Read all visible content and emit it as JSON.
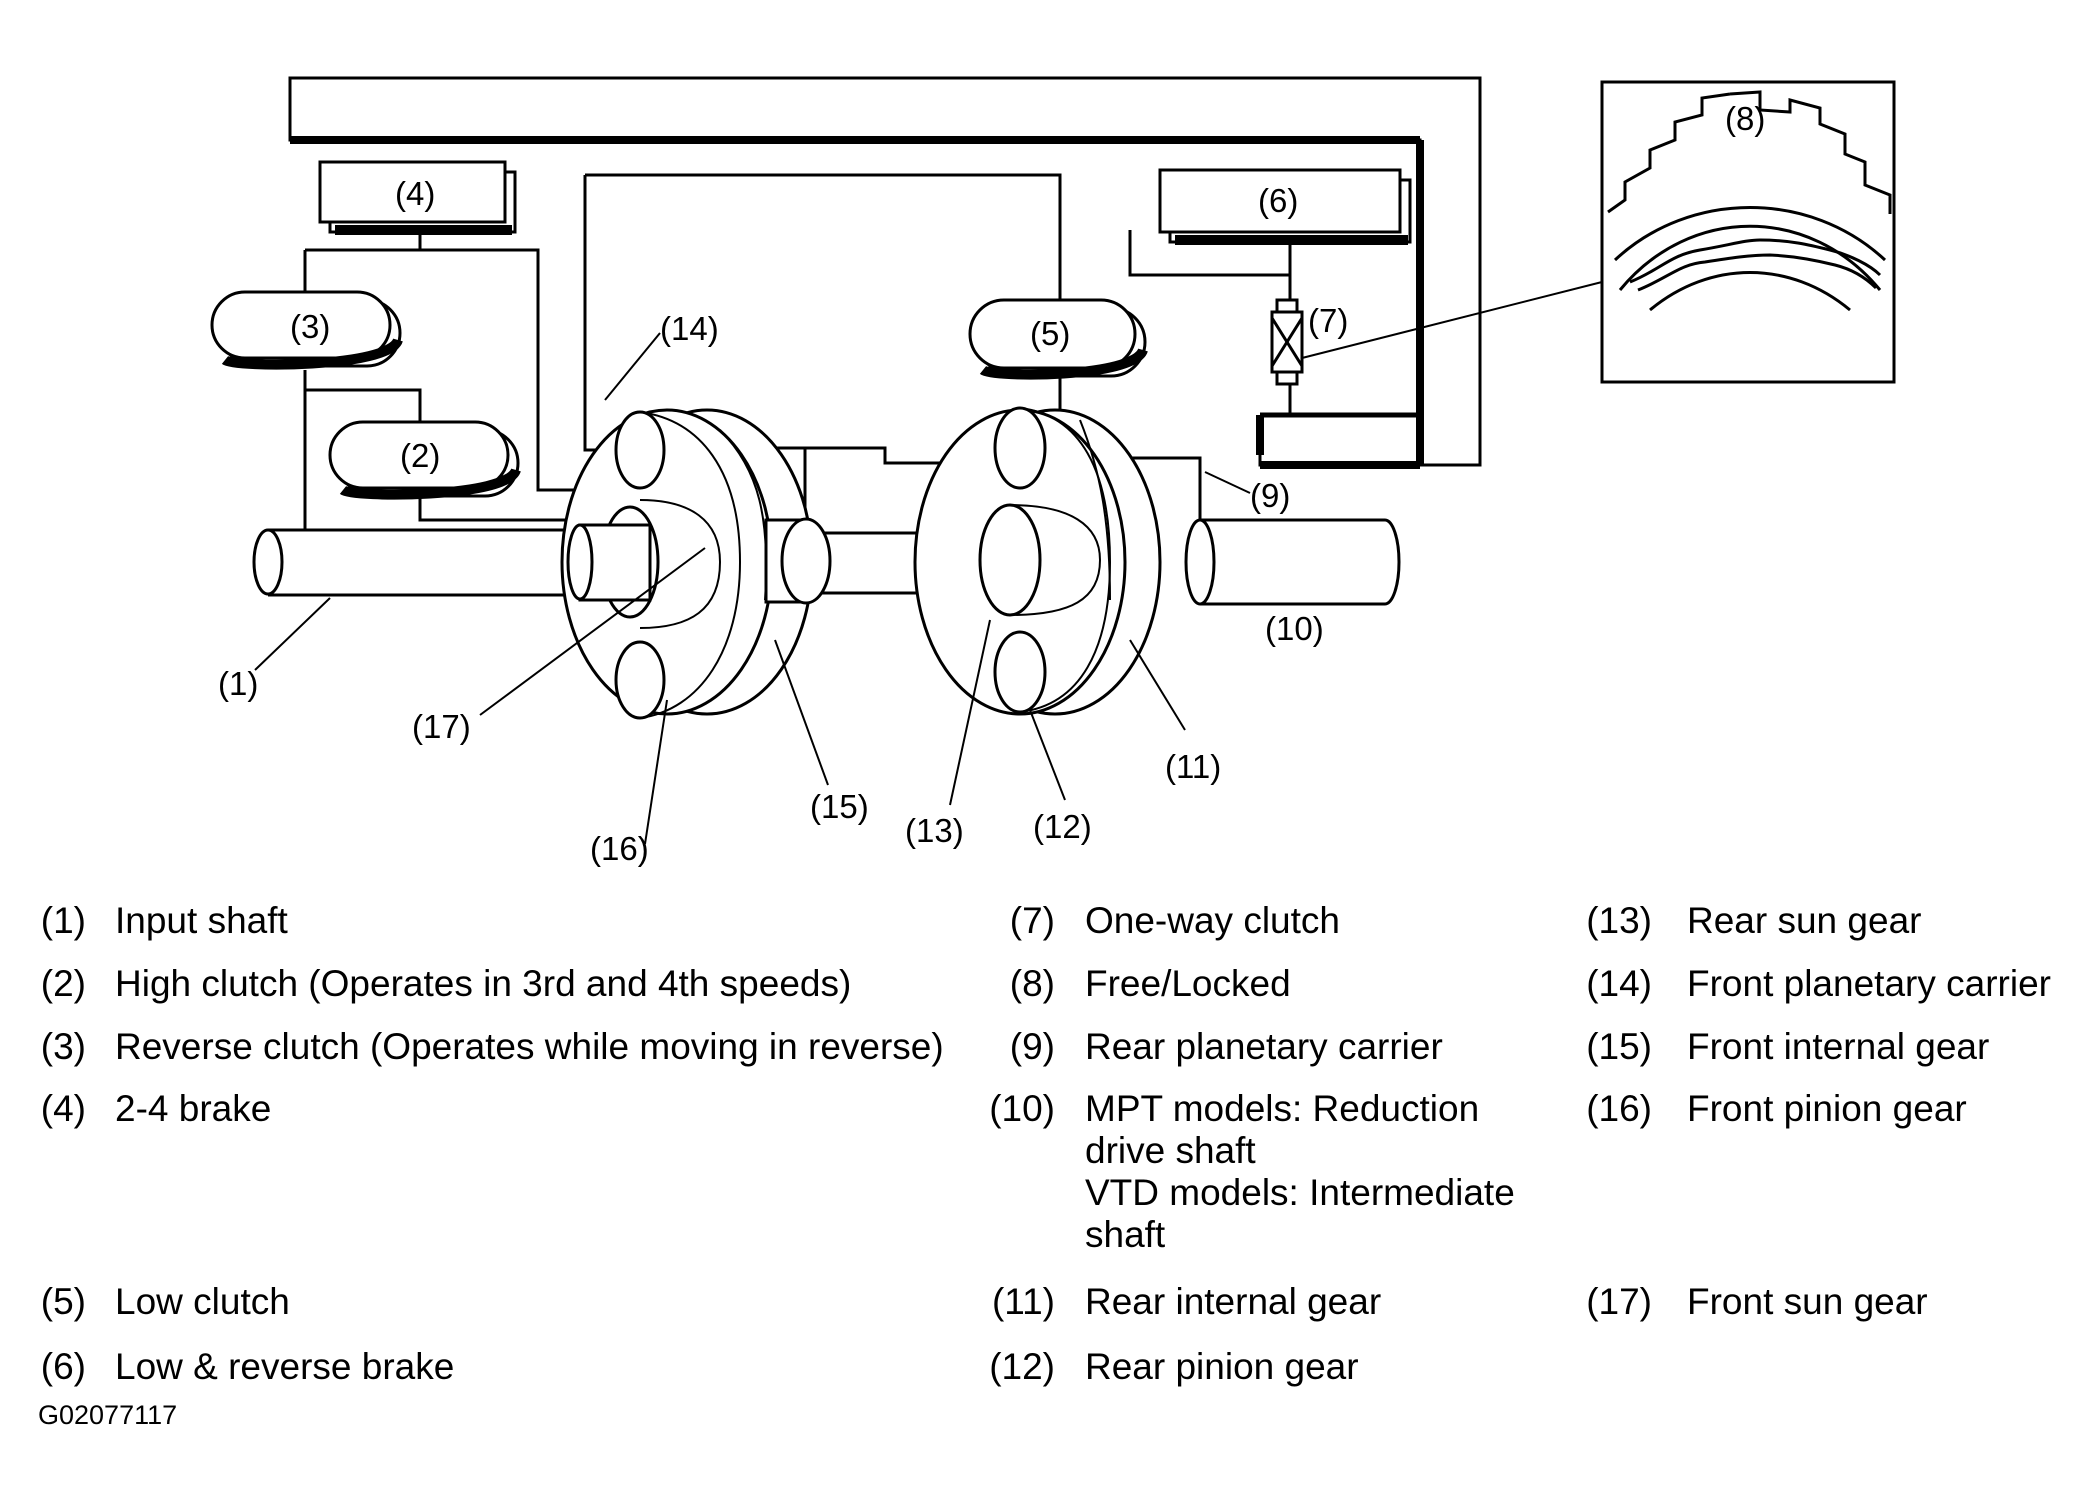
{
  "diagram_labels": {
    "l1": "(1)",
    "l2": "(2)",
    "l3": "(3)",
    "l4": "(4)",
    "l5": "(5)",
    "l6": "(6)",
    "l7": "(7)",
    "l8": "(8)",
    "l9": "(9)",
    "l10": "(10)",
    "l11": "(11)",
    "l12": "(12)",
    "l13": "(13)",
    "l14": "(14)",
    "l15": "(15)",
    "l16": "(16)",
    "l17": "(17)"
  },
  "legend": {
    "col1": [
      {
        "num": "(1)",
        "text": "Input shaft"
      },
      {
        "num": "(2)",
        "text": "High clutch (Operates in 3rd and 4th speeds)"
      },
      {
        "num": "(3)",
        "text": "Reverse clutch (Operates while moving in reverse)"
      },
      {
        "num": "(4)",
        "text": "2-4 brake"
      },
      {
        "num": "(5)",
        "text": "Low clutch"
      },
      {
        "num": "(6)",
        "text": "Low & reverse brake"
      }
    ],
    "col2": [
      {
        "num": "(7)",
        "text": "One-way clutch"
      },
      {
        "num": "(8)",
        "text": "Free/Locked"
      },
      {
        "num": "(9)",
        "text": "Rear planetary carrier"
      },
      {
        "num": "(10)",
        "line1": "MPT models: Reduction",
        "line2": "drive shaft",
        "line3": "VTD models: Intermediate",
        "line4": "shaft"
      },
      {
        "num": "(11)",
        "text": "Rear internal gear"
      },
      {
        "num": "(12)",
        "text": "Rear pinion gear"
      }
    ],
    "col3": [
      {
        "num": "(13)",
        "text": "Rear sun gear"
      },
      {
        "num": "(14)",
        "text": "Front planetary carrier"
      },
      {
        "num": "(15)",
        "text": "Front internal gear"
      },
      {
        "num": "(16)",
        "text": "Front pinion gear"
      },
      {
        "num": "(17)",
        "text": "Front sun gear"
      }
    ]
  },
  "figure_id": "G02077117"
}
